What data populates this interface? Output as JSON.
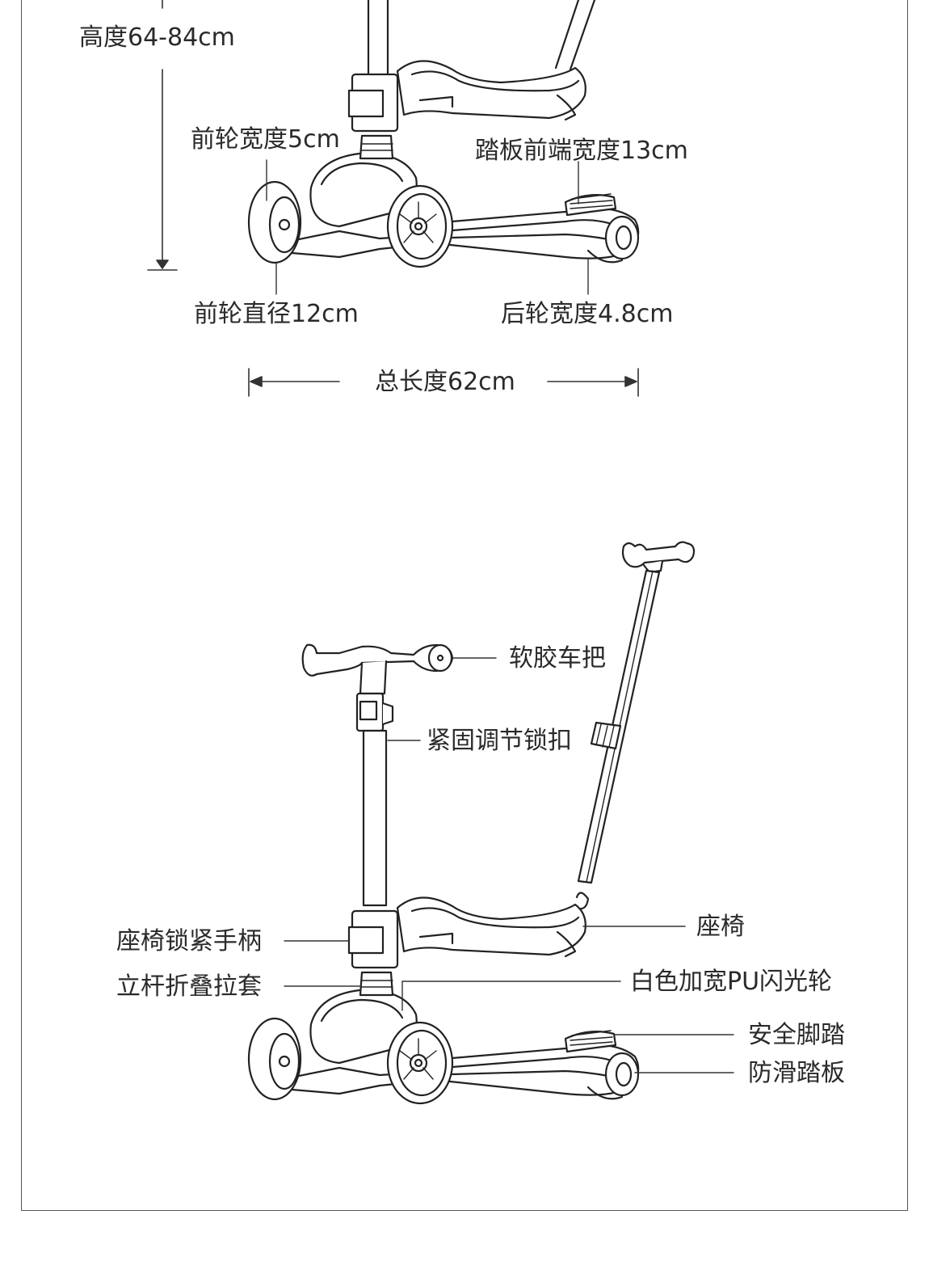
{
  "dimensions": {
    "height": "高度64-84cm",
    "front_wheel_width": "前轮宽度5cm",
    "deck_front_width": "踏板前端宽度13cm",
    "front_wheel_diameter": "前轮直径12cm",
    "rear_wheel_width": "后轮宽度4.8cm",
    "total_length": "总长度62cm"
  },
  "parts": {
    "soft_handlebar": "软胶车把",
    "clamp_lock": "紧固调节锁扣",
    "seat": "座椅",
    "seat_lock_handle": "座椅锁紧手柄",
    "pole_fold_sleeve": "立杆折叠拉套",
    "pu_flash_wheel": "白色加宽PU闪光轮",
    "safety_pedal": "安全脚踏",
    "anti_slip_deck": "防滑踏板"
  }
}
